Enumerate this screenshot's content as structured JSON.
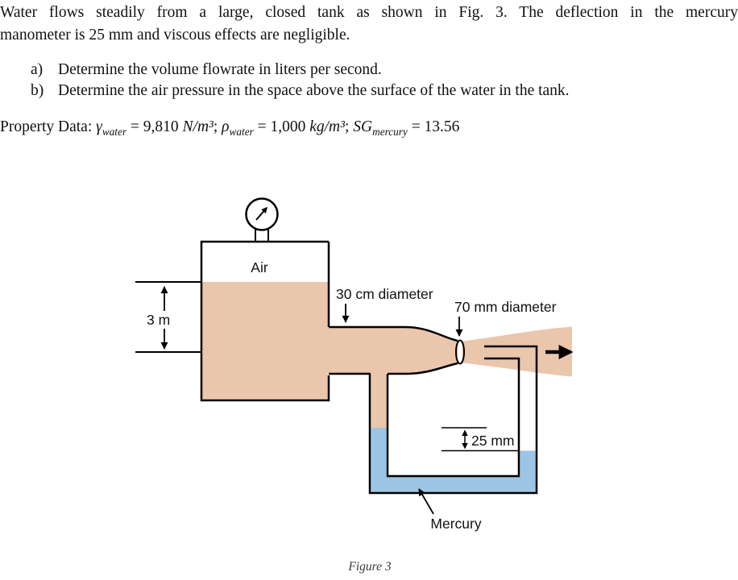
{
  "problem": {
    "line1": "Water flows steadily from a large, closed tank as shown in Fig. 3. The deflection in the mercury",
    "line2": "manometer is 25 mm and viscous effects are negligible.",
    "items": [
      {
        "marker": "a)",
        "text": "Determine the volume flowrate in liters per second."
      },
      {
        "marker": "b)",
        "text": "Determine the air pressure in the space above the surface of the water in the tank."
      }
    ],
    "property": {
      "label": "Property Data: ",
      "terms": [
        {
          "sym": "γ",
          "sub": "water",
          "eq": " = 9,810 ",
          "unit": "N/m³",
          "sep": "; "
        },
        {
          "sym": "ρ",
          "sub": "water",
          "eq": " = 1,000 ",
          "unit": "kg/m³",
          "sep": ";  "
        },
        {
          "sym": "SG",
          "sub": "mercury",
          "eq": " = 13.56",
          "unit": "",
          "sep": ""
        }
      ]
    }
  },
  "figure": {
    "labels": {
      "air": "Air",
      "depth": "3 m",
      "pipe_diameter": "30 cm diameter",
      "nozzle_diameter": "70 mm diameter",
      "deflection": "25 mm",
      "mercury": "Mercury"
    },
    "caption": "Figure 3",
    "colors": {
      "water": "#EAC6AC",
      "mercury": "#9CC4E4",
      "gauge_fluid": "#A9DCE8",
      "ink": "#000000"
    }
  }
}
